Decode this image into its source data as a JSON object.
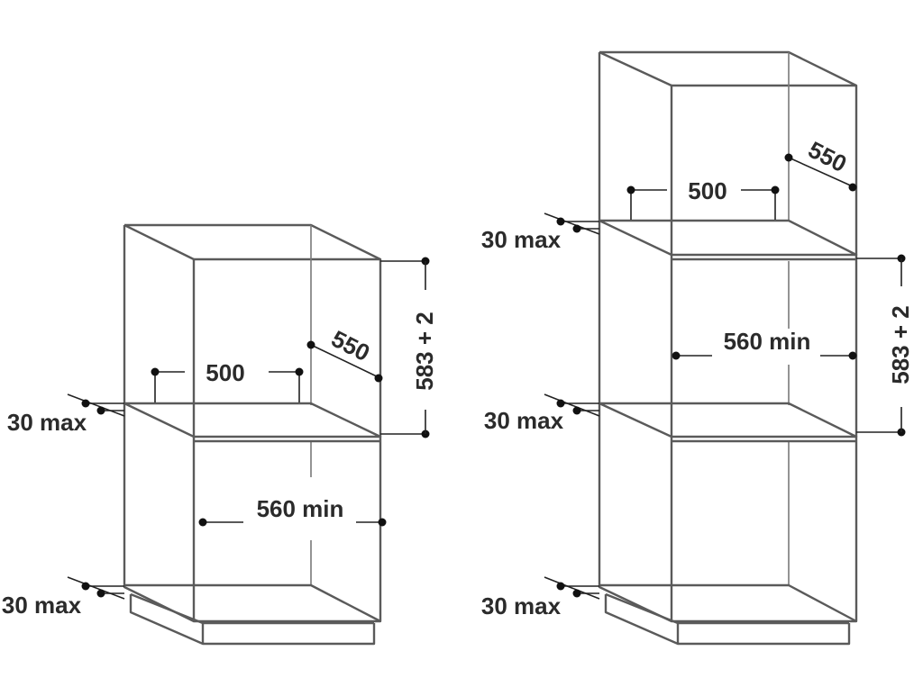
{
  "diagram": {
    "left_unit": {
      "labels": {
        "depth": "550",
        "width_top": "500",
        "height": "583 + 2",
        "width_min": "560 min",
        "gap_upper": "30 max",
        "gap_lower": "30 max"
      }
    },
    "right_unit": {
      "labels": {
        "depth": "550",
        "width_top": "500",
        "height": "583 + 2",
        "width_min": "560 min",
        "gap_top": "30 max",
        "gap_mid": "30 max",
        "gap_lower": "30 max"
      }
    }
  }
}
